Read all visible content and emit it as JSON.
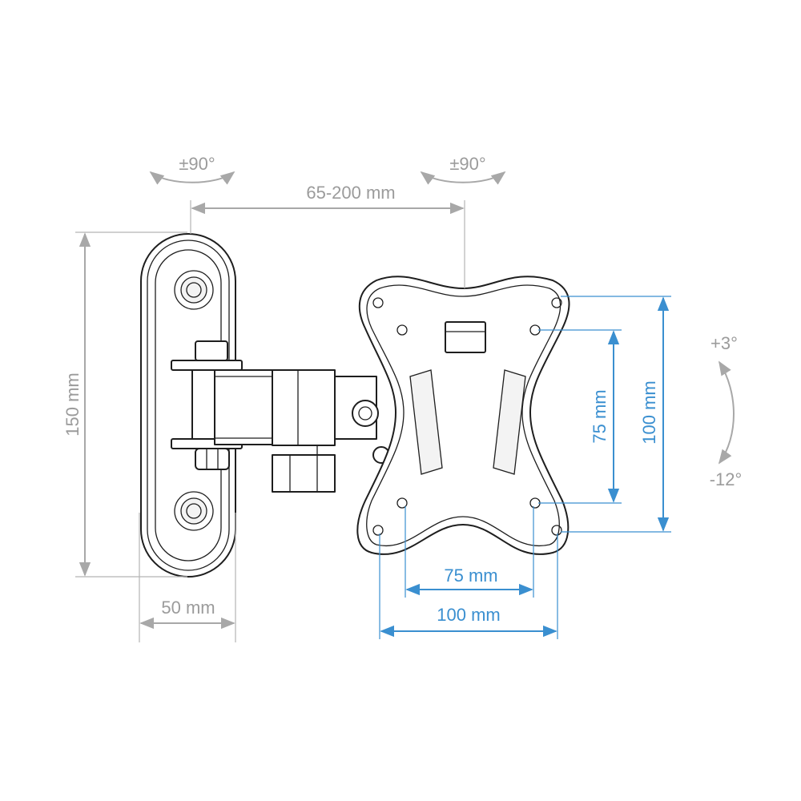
{
  "labels": {
    "swivel_wall": "±90°",
    "swivel_plate": "±90°",
    "extension": "65-200 mm",
    "wall_plate_height": "150 mm",
    "wall_plate_width": "50 mm",
    "vesa_vertical_small": "75 mm",
    "vesa_vertical_large": "100 mm",
    "vesa_horizontal_small": "75 mm",
    "vesa_horizontal_large": "100 mm",
    "tilt_up": "+3°",
    "tilt_down": "-12°"
  },
  "colors": {
    "dimension_grey": "#9b9b9b",
    "vesa_blue": "#3a8fd0",
    "outline": "#1e1e1e"
  }
}
